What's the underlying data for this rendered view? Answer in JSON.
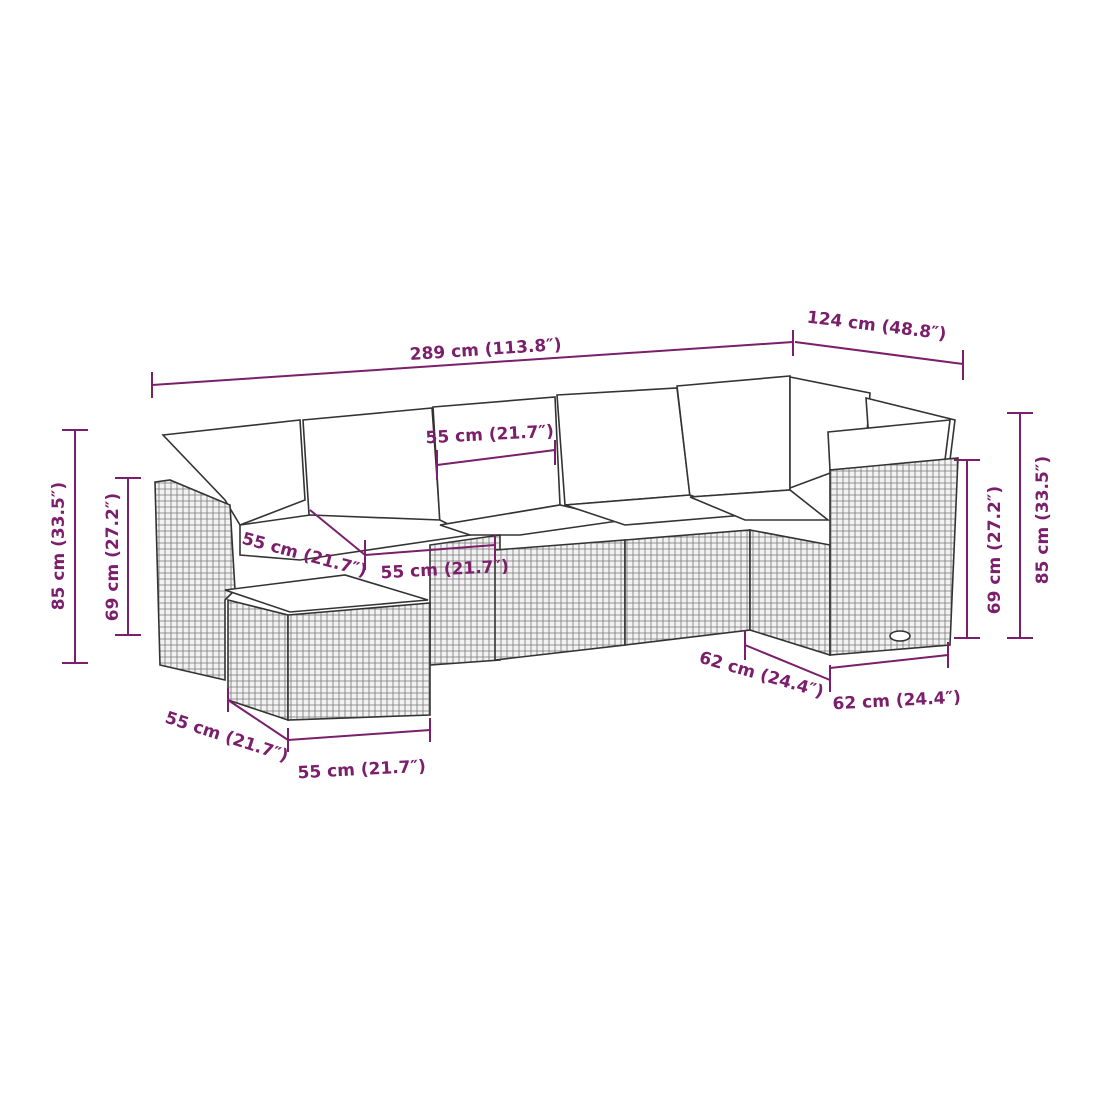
{
  "colors": {
    "dimension": "#7b1e6b",
    "outline": "#333333"
  },
  "dimensions": {
    "total_width": "289 cm (113.8″)",
    "total_depth": "124 cm (48.8″)",
    "left_total_height": "85 cm (33.5″)",
    "left_armrest_height": "69 cm (27.2″)",
    "back_cushion_width": "55 cm (21.7″)",
    "middle_seat_depth": "55 cm (21.7″)",
    "middle_seat_width": "55 cm (21.7″)",
    "right_armrest_height": "69 cm (27.2″)",
    "right_total_height": "85 cm (33.5″)",
    "corner_depth": "62 cm (24.4″)",
    "corner_width": "62 cm (24.4″)",
    "footstool_depth": "55 cm (21.7″)",
    "footstool_width": "55 cm (21.7″)"
  }
}
